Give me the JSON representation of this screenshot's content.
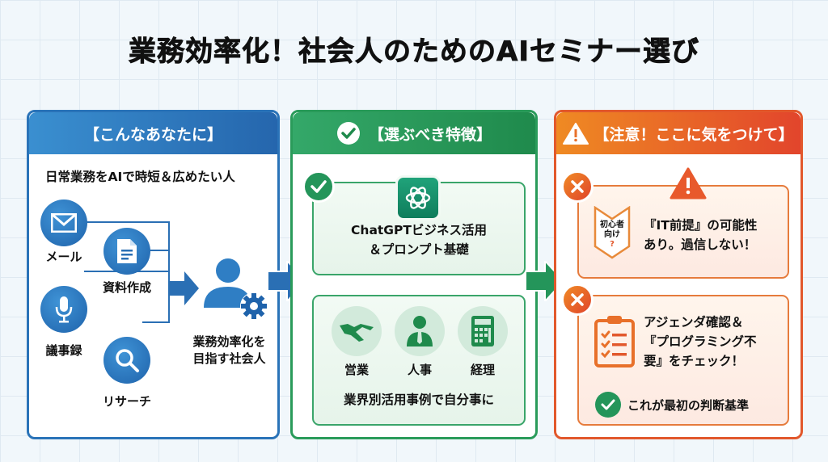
{
  "title": "業務効率化！社会人のためのAIセミナー選び",
  "panels": {
    "target": {
      "header": "【こんなあなたに】",
      "subtitle": "日常業務をAIで時短＆広めたい人",
      "tasks": [
        {
          "label": "メール",
          "icon": "mail-icon"
        },
        {
          "label": "資料作成",
          "icon": "document-icon"
        },
        {
          "label": "議事録",
          "icon": "microphone-icon"
        },
        {
          "label": "リサーチ",
          "icon": "search-icon"
        }
      ],
      "persona": "業務効率化を\n目指す社会人",
      "persona_lines": [
        "業務効率化を",
        "目指す社会人"
      ]
    },
    "features": {
      "header": "【選ぶべき特徴】",
      "feature1_lines": [
        "ChatGPTビジネス活用",
        "＆プロンプト基礎"
      ],
      "departments": [
        {
          "label": "営業",
          "icon": "handshake-icon"
        },
        {
          "label": "人事",
          "icon": "businessperson-icon"
        },
        {
          "label": "経理",
          "icon": "calculator-icon"
        }
      ],
      "feature2": "業界別活用事例で自分事に"
    },
    "caution": {
      "header": "【注意！ここに気をつけて】",
      "beginner_badge_lines": [
        "初心者",
        "向け",
        "?"
      ],
      "caution1_lines": [
        "『IT前提』の可能性",
        "あり。過信しない！"
      ],
      "caution2_lines": [
        "アジェンダ確認＆",
        "『プログラミング不",
        "要』をチェック！"
      ],
      "criterion": "これが最初の判断基準"
    }
  },
  "colors": {
    "blue": "#2a73b8",
    "green": "#2a9b5a",
    "orange": "#e2582c"
  }
}
